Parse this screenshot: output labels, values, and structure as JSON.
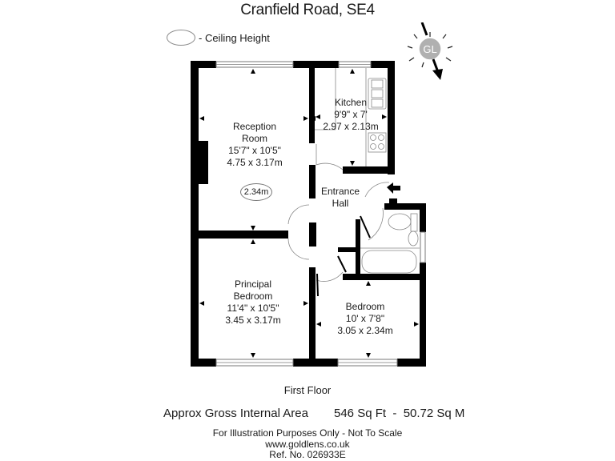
{
  "header": {
    "title": "Cranfield Road, SE4"
  },
  "legend": {
    "symbol": "oval",
    "label": "- Ceiling Height"
  },
  "compass": {
    "logo_text": "GL",
    "icon": "compass-north-arrow-icon"
  },
  "rooms": [
    {
      "id": "reception",
      "name_line1": "Reception",
      "name_line2": "Room",
      "imperial": "15'7\" x 10'5\"",
      "metric": "4.75 x 3.17m"
    },
    {
      "id": "kitchen",
      "name_line1": "Kitchen",
      "imperial": "9'9\" x 7'",
      "metric": "2.97 x 2.13m"
    },
    {
      "id": "entrance",
      "name_line1": "Entrance",
      "name_line2": "Hall"
    },
    {
      "id": "principal",
      "name_line1": "Principal",
      "name_line2": "Bedroom",
      "imperial": "11'4\" x 10'5\"",
      "metric": "3.45 x 3.17m"
    },
    {
      "id": "bedroom",
      "name_line1": "Bedroom",
      "imperial": "10' x 7'8\"",
      "metric": "3.05 x 2.34m"
    }
  ],
  "ceiling_height": "2.34m",
  "floor_label": "First Floor",
  "area": {
    "label": "Approx Gross Internal Area",
    "value": "546 Sq Ft  -  50.72 Sq M"
  },
  "footer": {
    "disclaimer": "For Illustration Purposes Only - Not To Scale",
    "website": "www.goldlens.co.uk",
    "reference": "Ref. No. 026933E"
  },
  "colors": {
    "wall": "#000000",
    "line": "#888888",
    "logo_fill": "#b0b0b0"
  }
}
